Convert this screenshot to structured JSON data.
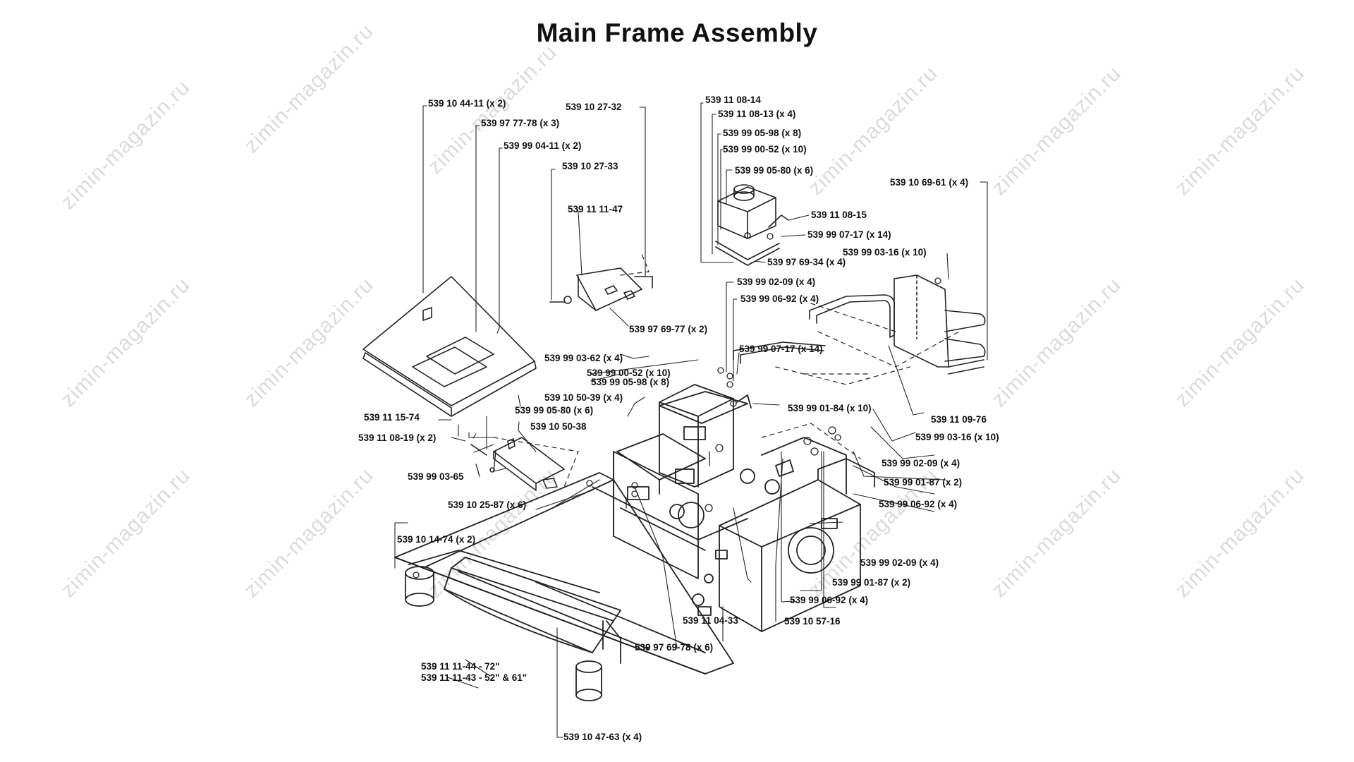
{
  "title": "Main Frame Assembly",
  "watermark": "zimin-magazin.ru",
  "callouts": [
    "539 10 44-11 (x 2)",
    "539 97 77-78 (x 3)",
    "539 99 04-11 (x 2)",
    "539 10 27-32",
    "539 10 27-33",
    "539 11 11-47",
    "539 11 08-14",
    "539 11 08-13 (x 4)",
    "539 99 05-98 (x 8)",
    "539 99 00-52 (x 10)",
    "539 99 05-80 (x 6)",
    "539 11 08-15",
    "539 99 07-17 (x 14)",
    "539 97 69-34 (x 4)",
    "539 10 69-61 (x 4)",
    "539 99 03-16 (x 10)",
    "539 99 02-09 (x 4)",
    "539 99 06-92 (x 4)",
    "539 97 69-77 (x 2)",
    "539 99 03-62 (x 4)",
    "539 99 00-52 (x 10)",
    "539 99 05-98 (x 8)",
    "539 99 07-17 (x 14)",
    "539 11 15-74",
    "539 10 50-39 (x 4)",
    "539 99 05-80 (x 6)",
    "539 10 50-38",
    "539 11 08-19 (x 2)",
    "539 99 01-84 (x 10)",
    "539 11 09-76",
    "539 99 03-16 (x 10)",
    "539 99 03-65",
    "539 99 02-09 (x 4)",
    "539 99 01-87 (x 2)",
    "539 99 06-92 (x 4)",
    "539 10 25-87 (x 6)",
    "539 10 14-74 (x 2)",
    "539 99 02-09 (x 4)",
    "539 99 01-87 (x 2)",
    "539 99 06-92 (x 4)",
    "539 11 04-33",
    "539 10 57-16",
    "539 97 69-78 (x 6)",
    "539 11 11-44 - 72\"",
    "539 11 11-43 - 52\" & 61\"",
    "539 10 47-63 (x 4)"
  ]
}
